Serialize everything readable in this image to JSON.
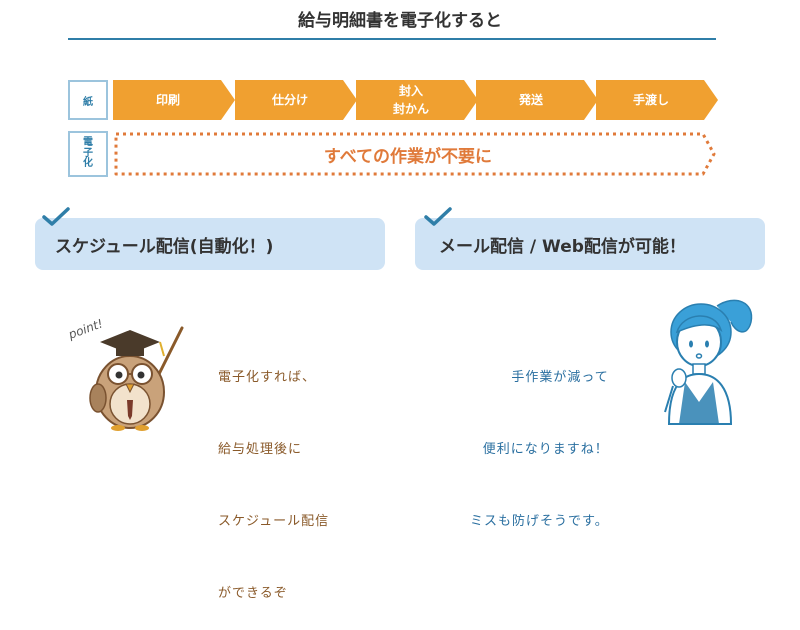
{
  "title": "給与明細書を電子化すると",
  "rows": {
    "paper_label": "紙",
    "digital_label": [
      "電",
      "子",
      "化"
    ],
    "steps": [
      {
        "label": "印刷"
      },
      {
        "label": "仕分け"
      },
      {
        "label_lines": [
          "封入",
          "封かん"
        ]
      },
      {
        "label": "発送"
      },
      {
        "label": "手渡し"
      }
    ],
    "digital_text": "すべての作業が不要に"
  },
  "features": [
    {
      "label": "スケジュール配信(自動化！)"
    },
    {
      "label": "メール配信 / Web配信が可能！"
    }
  ],
  "bottom": {
    "point_label": "point!",
    "left_note": [
      "電子化すれば、",
      "給与処理後に",
      "スケジュール配信",
      "ができるぞ"
    ],
    "right_note": [
      "手作業が減って",
      "便利になりますね！",
      "ミスも防げそうです。"
    ]
  },
  "colors": {
    "accent_orange": "#f0a030",
    "digital_orange": "#e07a3a",
    "title_rule": "#2f7ea8",
    "feature_bg": "#cfe3f5",
    "check": "#2f7ea8"
  },
  "icons": [
    "check-icon",
    "owl-teacher-illustration",
    "woman-thinking-illustration"
  ]
}
